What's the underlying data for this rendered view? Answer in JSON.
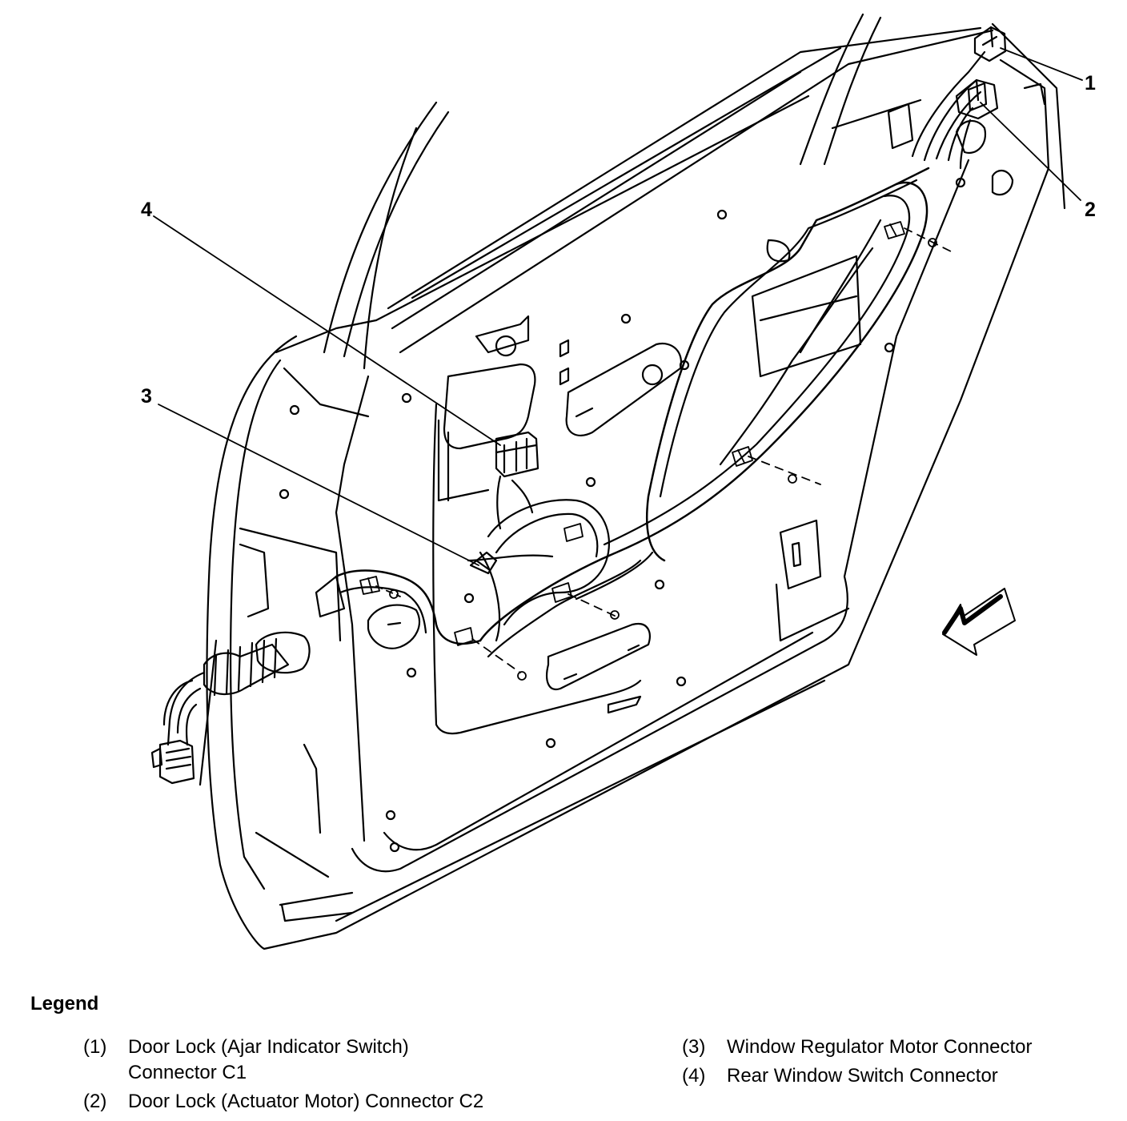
{
  "callouts": [
    "1",
    "2",
    "3",
    "4"
  ],
  "legend": {
    "title": "Legend",
    "items": [
      {
        "num": "(1)",
        "lines": [
          "Door Lock (Ajar Indicator Switch)",
          "Connector C1"
        ]
      },
      {
        "num": "(2)",
        "lines": [
          "Door Lock (Actuator Motor) Connector C2"
        ]
      },
      {
        "num": "(3)",
        "lines": [
          "Window Regulator Motor Connector"
        ]
      },
      {
        "num": "(4)",
        "lines": [
          "Rear Window Switch Connector"
        ]
      }
    ]
  }
}
